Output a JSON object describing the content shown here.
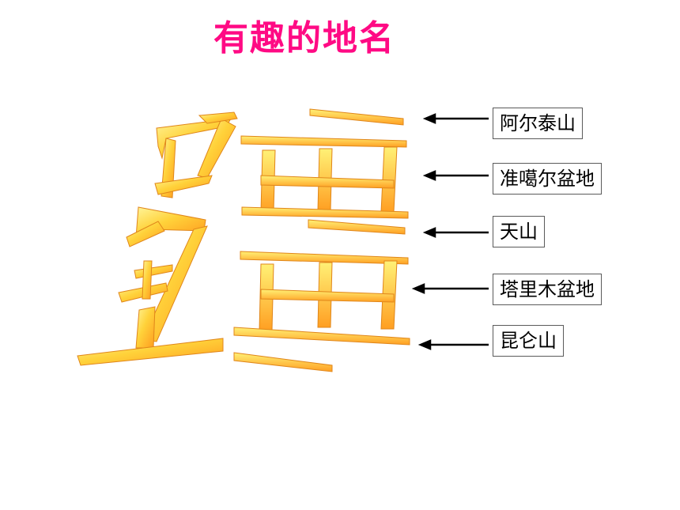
{
  "slide": {
    "title": "有趣的地名",
    "accent_color": "#ff0a84",
    "glyph_gradient": [
      "#fff59a",
      "#ffd23a",
      "#ff9a1e"
    ]
  },
  "labels": [
    {
      "text": "阿尔泰山"
    },
    {
      "text": "准噶尔盆地"
    },
    {
      "text": "天山"
    },
    {
      "text": "塔里木盆地"
    },
    {
      "text": "昆仑山"
    }
  ],
  "arrow_icon": "arrow-left-icon"
}
